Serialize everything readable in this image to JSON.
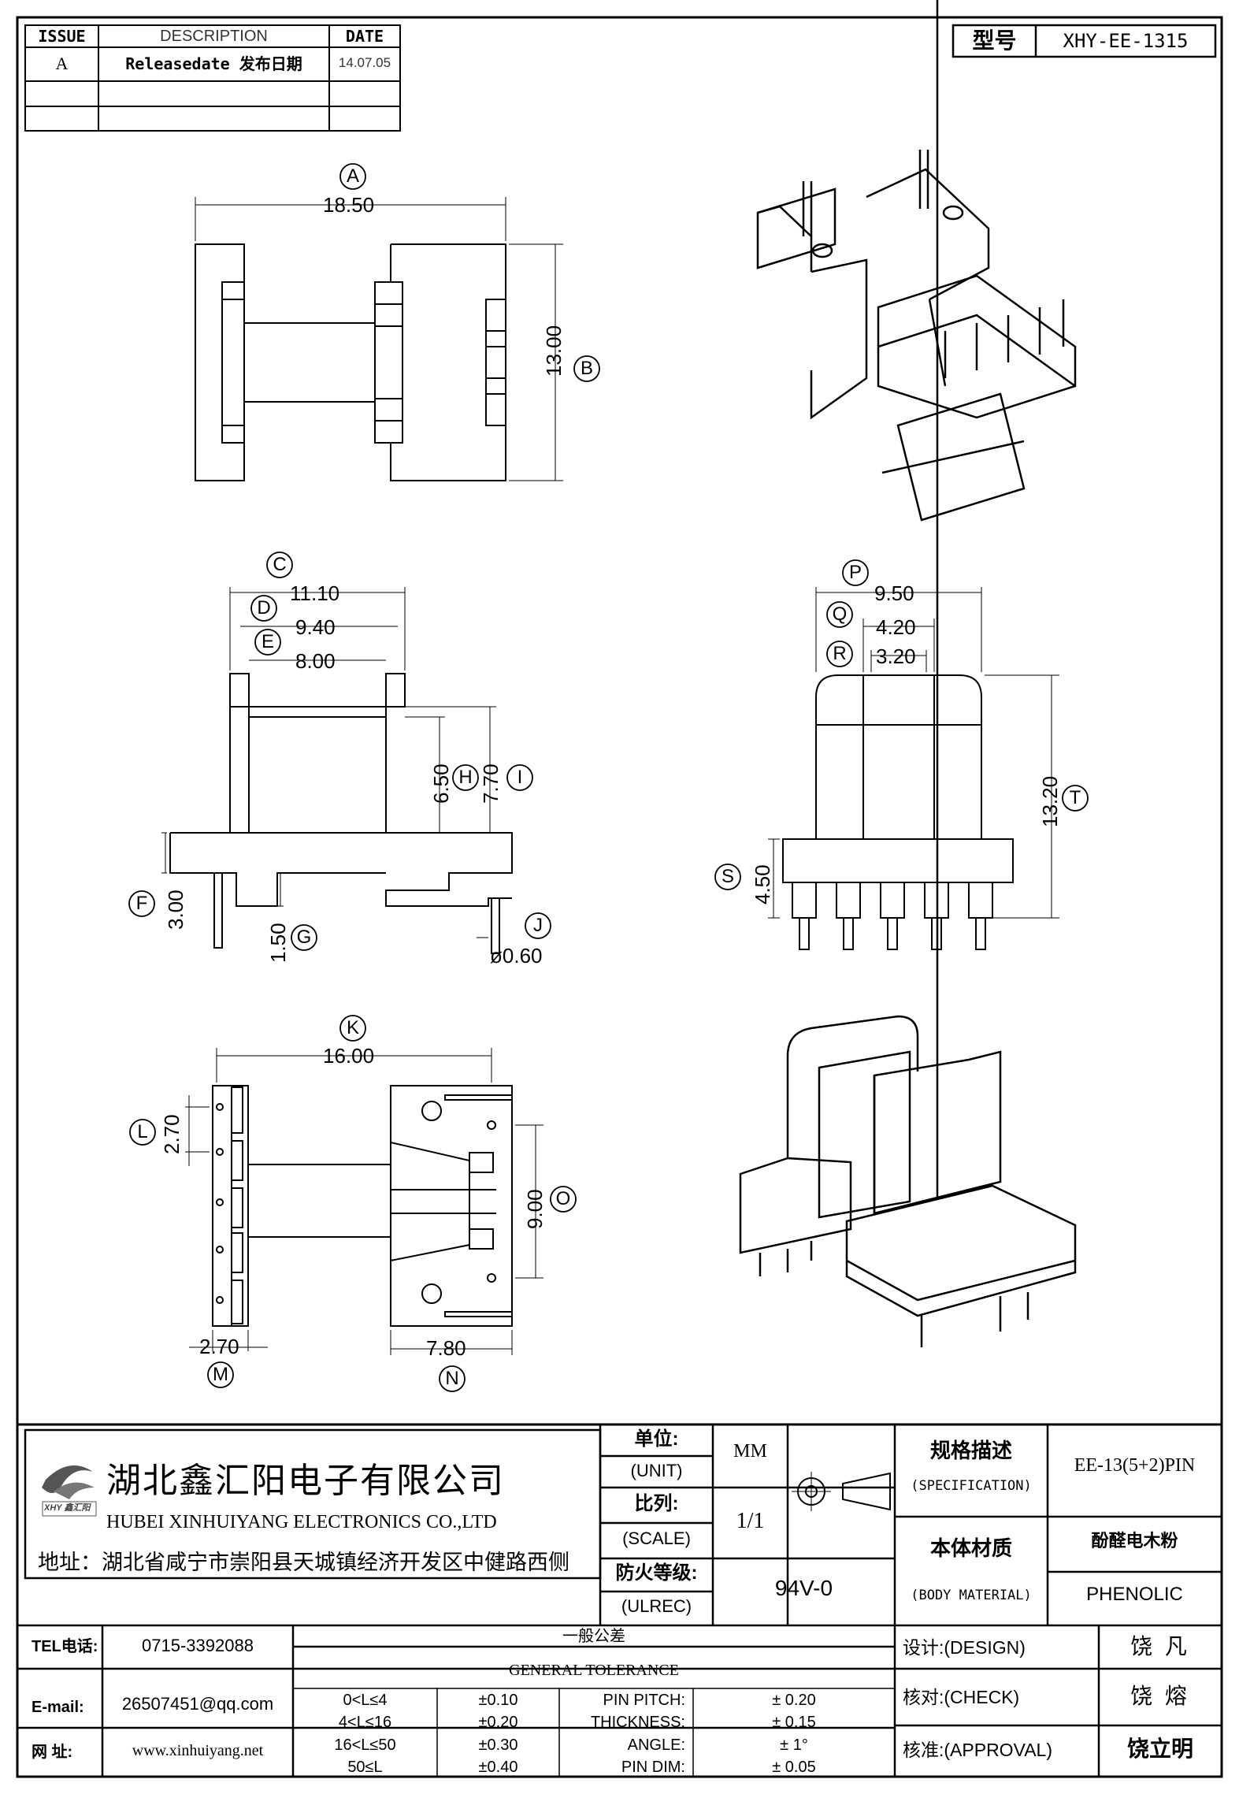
{
  "revision": {
    "headers": [
      "ISSUE",
      "DESCRIPTION",
      "DATE"
    ],
    "rows": [
      {
        "issue": "A",
        "desc": "Releasedate 发布日期",
        "date": "14.07.05"
      },
      {
        "issue": "",
        "desc": "",
        "date": ""
      },
      {
        "issue": "",
        "desc": "",
        "date": ""
      }
    ]
  },
  "model": {
    "label": "型号",
    "value": "XHY-EE-1315"
  },
  "dims": {
    "A": "18.50",
    "B": "13.00",
    "C": "11.10",
    "D": "9.40",
    "E": "8.00",
    "F": "3.00",
    "G": "1.50",
    "H": "6.50",
    "I": "7.70",
    "J": "ø0.60",
    "K": "16.00",
    "L": "2.70",
    "M": "2.70",
    "N": "7.80",
    "O": "9.00",
    "P": "9.50",
    "Q": "4.20",
    "R": "3.20",
    "S": "4.50",
    "T": "13.20"
  },
  "letters": [
    "A",
    "B",
    "C",
    "D",
    "E",
    "F",
    "G",
    "H",
    "I",
    "J",
    "K",
    "L",
    "M",
    "N",
    "O",
    "P",
    "Q",
    "R",
    "S",
    "T"
  ],
  "company": {
    "name_cn": "湖北鑫汇阳电子有限公司",
    "name_en": "HUBEI XINHUIYANG ELECTRONICS CO.,LTD",
    "address": "地址：湖北省咸宁市崇阳县天城镇经济开发区中健路西侧",
    "logo_text": "XHY 鑫汇阳"
  },
  "titleblock": {
    "unit_label": "单位:",
    "unit_label_en": "(UNIT)",
    "unit_value": "MM",
    "scale_label": "比列:",
    "scale_label_en": "(SCALE)",
    "scale_value": "1/1",
    "fire_label": "防火等级:",
    "fire_label_en": "(ULREC)",
    "fire_value": "94V-0",
    "spec_label": "规格描述",
    "spec_label_en": "(SPECIFICATION)",
    "spec_value": "EE-13(5+2)PIN",
    "material_label": "本体材质",
    "material_label_en": "(BODY MATERIAL)",
    "material_value_cn": "酚醛电木粉",
    "material_value_en": "PHENOLIC"
  },
  "contact": {
    "tel_label": "TEL电话:",
    "tel": "0715-3392088",
    "email_label": "E-mail:",
    "email": "26507451@qq.com",
    "web_label": "网  址:",
    "web": "www.xinhuiyang.net"
  },
  "tolerance": {
    "title_cn": "一般公差",
    "title_en": "GENERAL TOLERANCE",
    "ranges": [
      {
        "range": "0<L≤4",
        "tol": "±0.10"
      },
      {
        "range": "4<L≤16",
        "tol": "±0.20"
      },
      {
        "range": "16<L≤50",
        "tol": "±0.30"
      },
      {
        "range": "50≤L",
        "tol": "±0.40"
      }
    ],
    "extras": [
      {
        "label": "PIN PITCH:",
        "value": "± 0.20"
      },
      {
        "label": "THICKNESS:",
        "value": "± 0.15"
      },
      {
        "label": "ANGLE:",
        "value": "± 1°"
      },
      {
        "label": "PIN DIM:",
        "value": "± 0.05"
      }
    ]
  },
  "signoff": {
    "design_label": "设计:(DESIGN)",
    "design_name": "饶  凡",
    "check_label": "核对:(CHECK)",
    "check_name": "饶  熔",
    "approval_label": "核准:(APPROVAL)",
    "approval_name": "饶立明"
  }
}
